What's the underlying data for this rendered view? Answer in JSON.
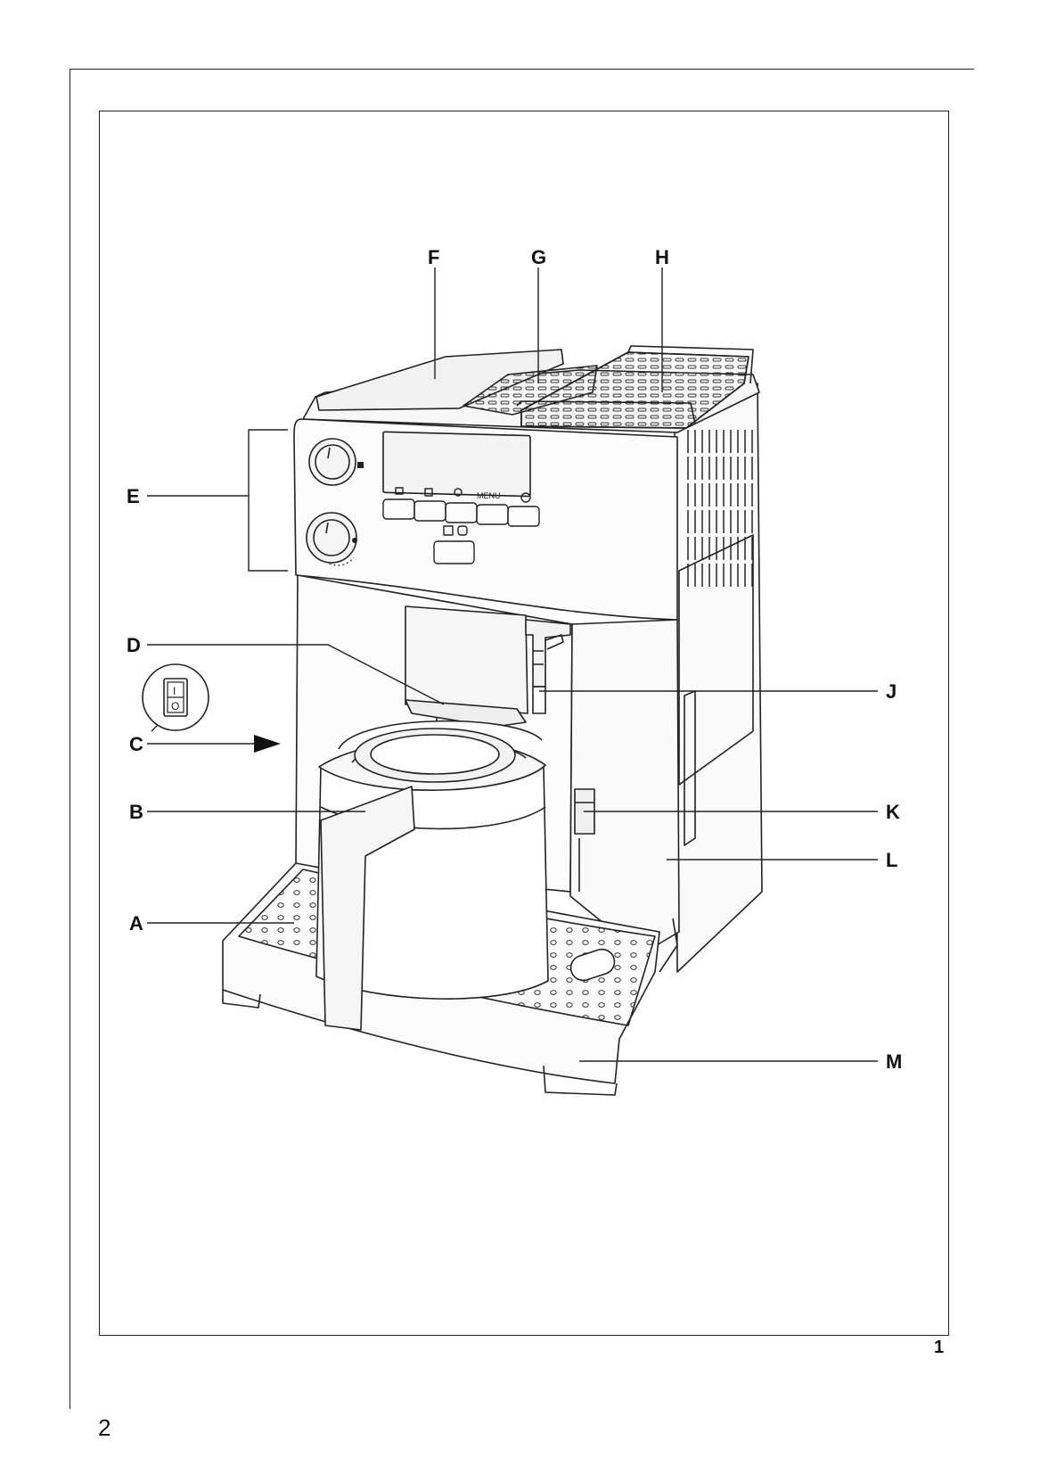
{
  "page": {
    "number": "2",
    "figure_number": "1"
  },
  "labels": {
    "A": "A",
    "B": "B",
    "C": "C",
    "D": "D",
    "E": "E",
    "F": "F",
    "G": "G",
    "H": "H",
    "J": "J",
    "K": "K",
    "L": "L",
    "M": "M"
  },
  "control_panel": {
    "menu_label": "MENU"
  },
  "switch_inset": {
    "on_symbol": "I",
    "off_symbol": "O"
  }
}
